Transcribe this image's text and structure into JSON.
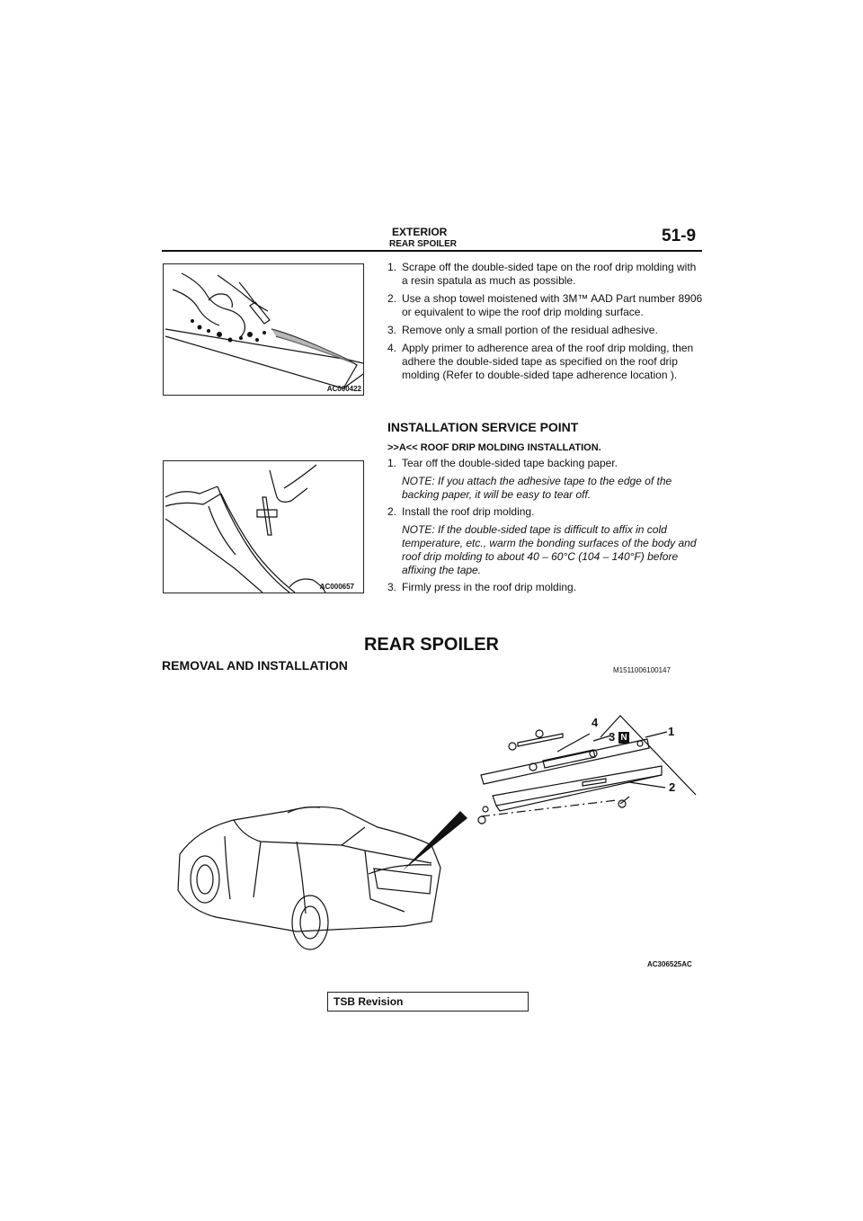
{
  "header": {
    "title": "EXTERIOR",
    "subtitle": "REAR SPOILER",
    "page_number": "51-9"
  },
  "figure1": {
    "code": "AC000422"
  },
  "removal_steps": [
    {
      "num": "1.",
      "text": "Scrape off the double-sided tape on the roof drip molding with a resin spatula as much as possible."
    },
    {
      "num": "2.",
      "text": "Use a shop towel moistened with 3M™ AAD Part number 8906 or equivalent to wipe the roof drip molding surface."
    },
    {
      "num": "3.",
      "text": "Remove only a small portion of the residual adhesive."
    },
    {
      "num": "4.",
      "text": "Apply primer to adherence area of the roof drip molding, then adhere the double-sided tape as specified on the roof drip molding (Refer to double-sided tape adherence location )."
    }
  ],
  "installation": {
    "heading": "INSTALLATION SERVICE POINT",
    "subheading": ">>A<< ROOF DRIP MOLDING INSTALLATION.",
    "step1": {
      "num": "1.",
      "text": "Tear off the double-sided tape backing paper."
    },
    "note1": "NOTE: If you attach the adhesive tape to the edge of the backing paper, it will be easy to tear off.",
    "step2": {
      "num": "2.",
      "text": "Install the roof drip molding."
    },
    "note2": "NOTE: If the double-sided tape is difficult to affix in cold temperature, etc., warm the bonding surfaces of the body and roof drip molding to about 40 – 60°C (104 – 140°F) before affixing the tape.",
    "step3": {
      "num": "3.",
      "text": "Firmly press in the roof drip molding."
    }
  },
  "figure2": {
    "code": "AC000657"
  },
  "section": {
    "title": "REAR SPOILER",
    "subtitle": "REMOVAL AND INSTALLATION",
    "doc_id": "M1511006100147"
  },
  "figure3": {
    "code": "AC306525AC",
    "callouts": {
      "c1": "1",
      "c2": "2",
      "c3": "3",
      "c4": "4",
      "badge": "N"
    }
  },
  "footer": {
    "tsb_label": "TSB Revision"
  }
}
